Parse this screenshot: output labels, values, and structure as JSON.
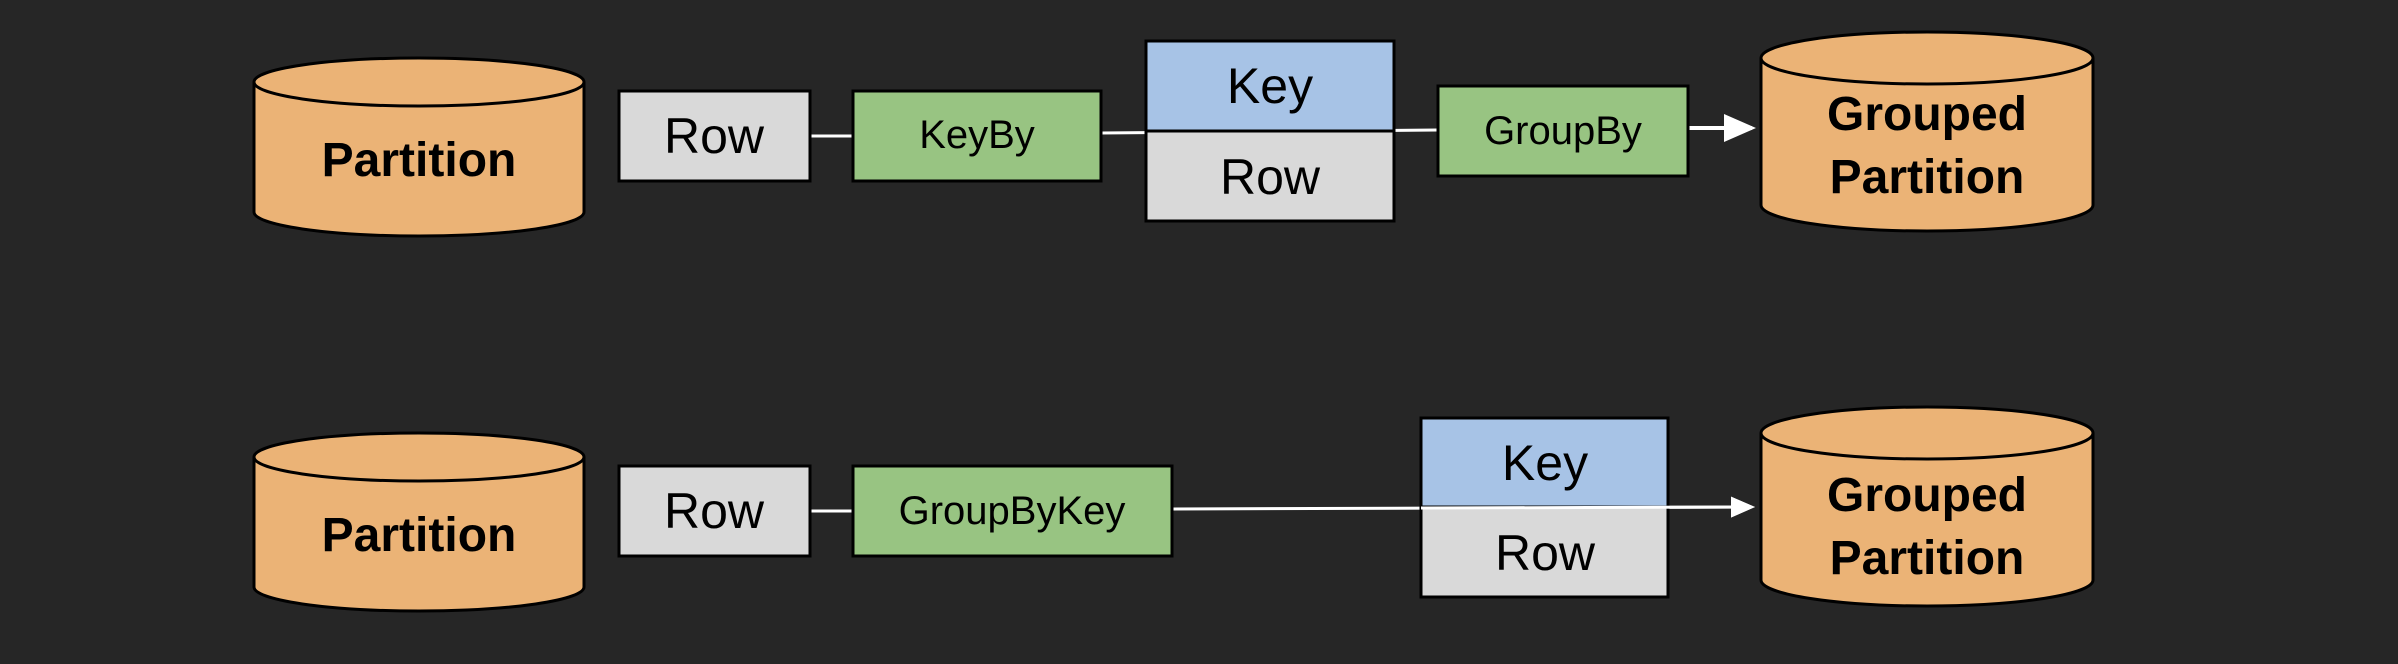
{
  "colors": {
    "background": "#262626",
    "partition": "#EBB376",
    "row": "#D9D9D9",
    "key": "#A7C3E6",
    "operation": "#98C482",
    "connector": "#FFFFFF"
  },
  "top_flow": {
    "source": "Partition",
    "row": "Row",
    "operation": "KeyBy",
    "pair_key": "Key",
    "pair_row": "Row",
    "second_operation": "GroupBy",
    "target_line1": "Grouped",
    "target_line2": "Partition"
  },
  "bottom_flow": {
    "source": "Partition",
    "row": "Row",
    "operation": "GroupByKey",
    "pair_key": "Key",
    "pair_row": "Row",
    "target_line1": "Grouped",
    "target_line2": "Partition"
  }
}
